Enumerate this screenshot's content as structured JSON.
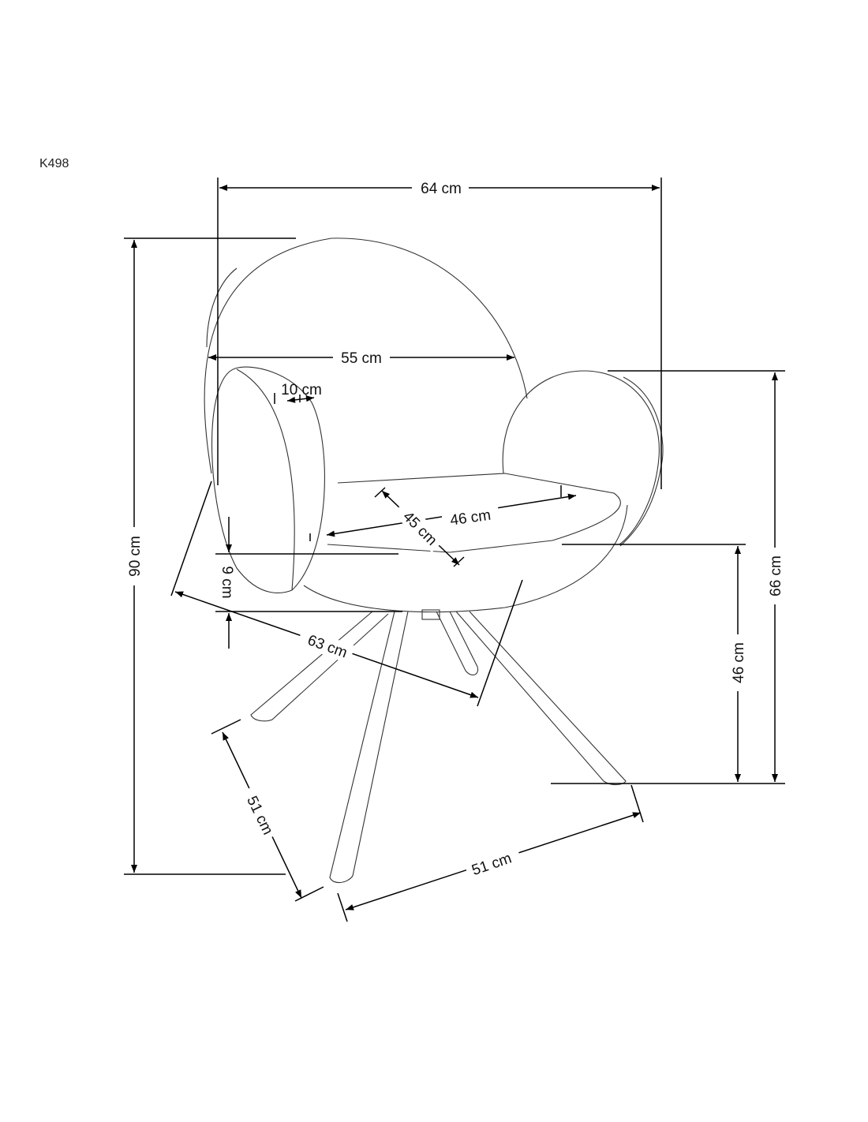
{
  "product_code": "K498",
  "dimensions": {
    "total_width": "64 cm",
    "total_height": "90 cm",
    "inner_width": "55 cm",
    "armrest_thickness": "10 cm",
    "seat_width": "46 cm",
    "seat_depth": "45 cm",
    "seat_thickness": "9 cm",
    "total_depth": "63 cm",
    "armrest_height": "66 cm",
    "seat_height": "46 cm",
    "base_depth": "51 cm",
    "base_width": "51 cm"
  }
}
